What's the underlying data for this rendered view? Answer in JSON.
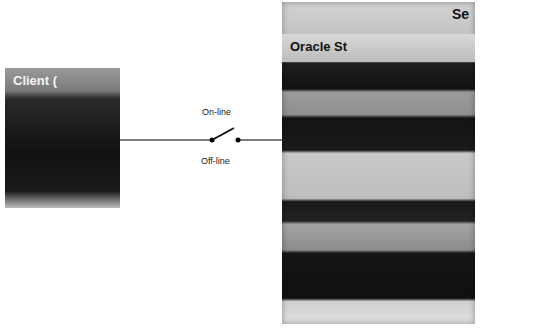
{
  "diagram": {
    "nodes": [
      {
        "text": [
          "Client ("
        ]
      },
      {
        "text": [
          "Se"
        ]
      },
      {
        "text": [
          "Oracle St"
        ],
        "in": 1
      }
    ],
    "edges": [
      {
        "from": 0,
        "to": 1,
        "arrow": "none"
      }
    ],
    "labels": [
      "On-line",
      "Off-line"
    ]
  }
}
